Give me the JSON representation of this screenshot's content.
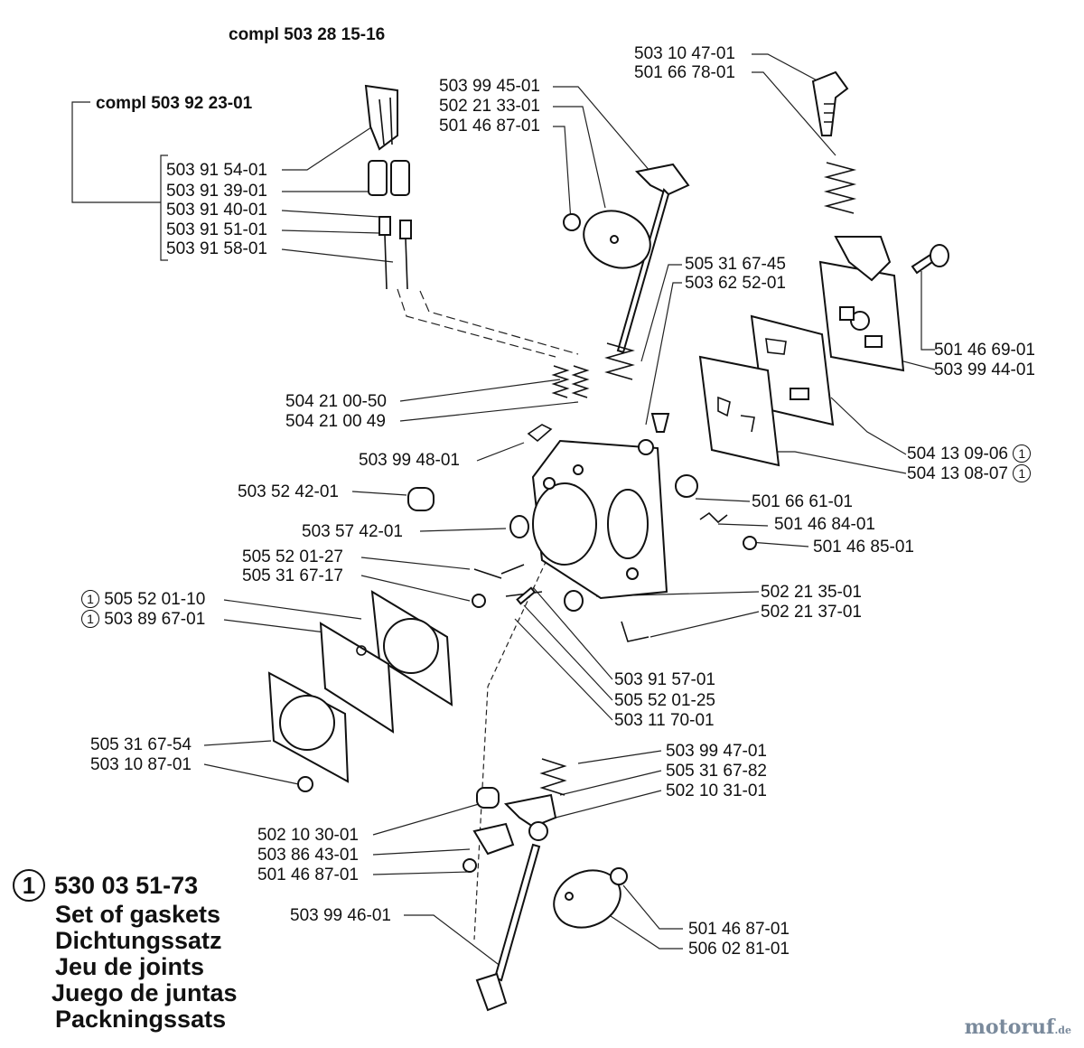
{
  "headers": {
    "compl_top": "compl 503 28 15-16",
    "compl_left": "compl 503 92 23-01"
  },
  "labels": {
    "p503104701": "503 10 47-01",
    "p501667801": "501 66 78-01",
    "p503994501": "503 99 45-01",
    "p502213301": "502 21 33-01",
    "p501468701a": "501 46 87-01",
    "p503915401": "503 91 54-01",
    "p503913901": "503 91 39-01",
    "p503914001": "503 91 40-01",
    "p503915101": "503 91 51-01",
    "p503915801": "503 91 58-01",
    "p505316745": "505 31 67-45",
    "p503625201": "503 62 52-01",
    "p501466901": "501 46 69-01",
    "p503994401": "503 99 44-01",
    "p504210050": "504 21 00-50",
    "p504210049": "504 21 00 49",
    "p503994801": "503 99 48-01",
    "p504130906": "504 13 09-06",
    "p504130807": "504 13 08-07",
    "p503524201": "503 52 42-01",
    "p501666101": "501 66 61-01",
    "p501468401": "501 46 84-01",
    "p503574201": "503 57 42-01",
    "p501468501": "501 46 85-01",
    "p505520127": "505 52 01-27",
    "p505316717": "505 31 67-17",
    "p505520110": "505 52 01-10",
    "p503896701": "503 89 67-01",
    "p502213501": "502 21 35-01",
    "p502213701": "502 21 37-01",
    "p503915701": "503 91 57-01",
    "p505520125": "505 52 01-25",
    "p503117001": "503 11 70-01",
    "p505316754": "505 31 67-54",
    "p503108701": "503 10 87-01",
    "p503994701": "503 99 47-01",
    "p505316782": "505 31 67-82",
    "p502103101": "502 10 31-01",
    "p502103001": "502 10 30-01",
    "p503864301": "503 86 43-01",
    "p501468701b": "501 46 87-01",
    "p503994601": "503 99 46-01",
    "p501468701c": "501 46 87-01",
    "p506028101": "506 02 81-01",
    "circle_marker": "1"
  },
  "legend": {
    "marker": "1",
    "part_number": "530 03 51-73",
    "lines": [
      "Set of gaskets",
      "Dichtungssatz",
      "Jeu de joints",
      "Juego de juntas",
      "Packningssats"
    ]
  },
  "watermark": {
    "name": "motoruf",
    "suffix": ".de"
  }
}
